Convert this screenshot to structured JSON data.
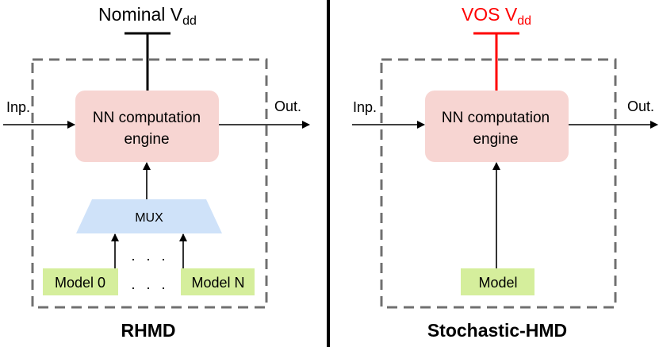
{
  "colors": {
    "engine_fill": "#f7d5d2",
    "mux_fill": "#cfe2f9",
    "model_fill": "#d5ee9c",
    "dashed_border": "#707070",
    "line": "#000000",
    "vos_accent": "#ff0000"
  },
  "left_panel": {
    "supply": {
      "label": "Nominal V",
      "subscript": "dd"
    },
    "input_label": "Inp.",
    "output_label": "Out.",
    "engine": {
      "line1": "NN computation",
      "line2": "engine"
    },
    "mux_label": "MUX",
    "models": {
      "first": "Model 0",
      "last": "Model N",
      "dots": "· · ·"
    },
    "caption": "RHMD"
  },
  "right_panel": {
    "supply": {
      "label": "VOS V",
      "subscript": "dd"
    },
    "input_label": "Inp.",
    "output_label": "Out.",
    "engine": {
      "line1": "NN computation",
      "line2": "engine"
    },
    "model_label": "Model",
    "caption": "Stochastic-HMD"
  }
}
